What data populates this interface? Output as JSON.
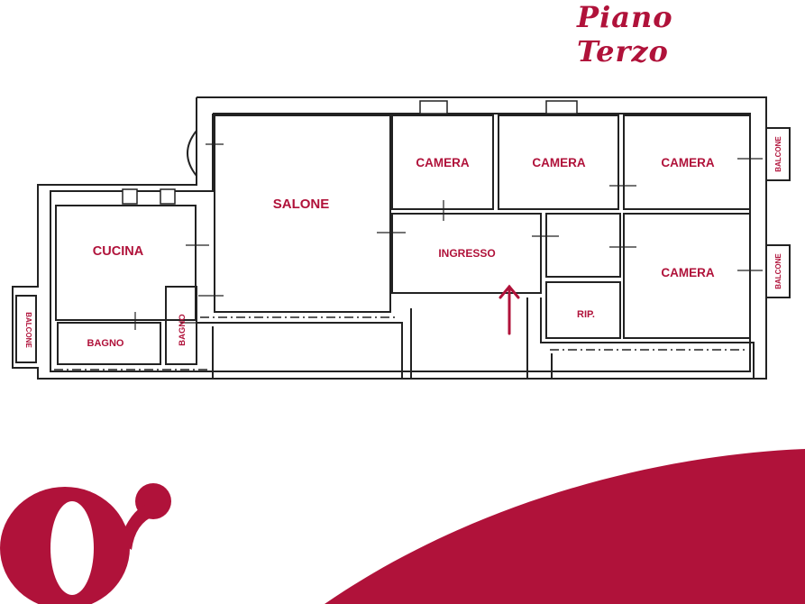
{
  "page": {
    "title": "Piano Terzo"
  },
  "colors": {
    "accent": "#b0123a",
    "wall": "#222222",
    "background": "#ffffff"
  },
  "rooms": {
    "salone": "SALONE",
    "camera_1": "CAMERA",
    "camera_2": "CAMERA",
    "camera_3": "CAMERA",
    "camera_4": "CAMERA",
    "cucina": "CUCINA",
    "ingresso": "INGRESSO",
    "bagno_1": "BAGNO",
    "bagno_2": "BAGNO",
    "rip": "RIP.",
    "balcone_left": "BALCONE",
    "balcone_right_top": "BALCONE",
    "balcone_right_bottom": "BALCONE"
  },
  "icons": {
    "entrance": "entrance-arrow-icon",
    "logo": "agency-logo-icon"
  }
}
